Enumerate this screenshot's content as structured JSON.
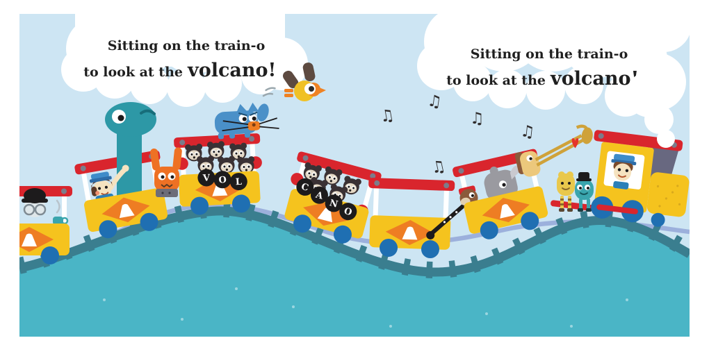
{
  "speech_bubbles": {
    "left": {
      "line1": "Sitting on the train-o",
      "line2_prefix": "to look at the",
      "line2_emphasis": "volcano!"
    },
    "right": {
      "line1": "Sitting on the train-o",
      "line2_prefix": "to look at the",
      "line2_emphasis": "volcano!"
    }
  },
  "train": {
    "letters": [
      "V",
      "O",
      "L",
      "C",
      "A",
      "N",
      "O"
    ]
  },
  "music": {
    "note_glyph": "♫"
  },
  "colors": {
    "sky": "#cde5f3",
    "cloud": "#ffffff",
    "hill": "#4ab5c6",
    "track": "#3a7e8f",
    "rail": "#9cb0dc",
    "car_body_yellow": "#f5c31e",
    "car_roof_red": "#d9252d",
    "diamond_orange": "#ee7d23",
    "wheel_blue": "#1f6fb2",
    "dinosaur_teal": "#2d98a6",
    "cat_blue": "#4a90c8",
    "rabbit_orange": "#ee7124",
    "panda_dark": "#3a3134",
    "letter_disc_black": "#1d1b1c",
    "bird_yellow": "#f0c125",
    "funnel_gray": "#686880",
    "heart_red": "#e5332a"
  }
}
